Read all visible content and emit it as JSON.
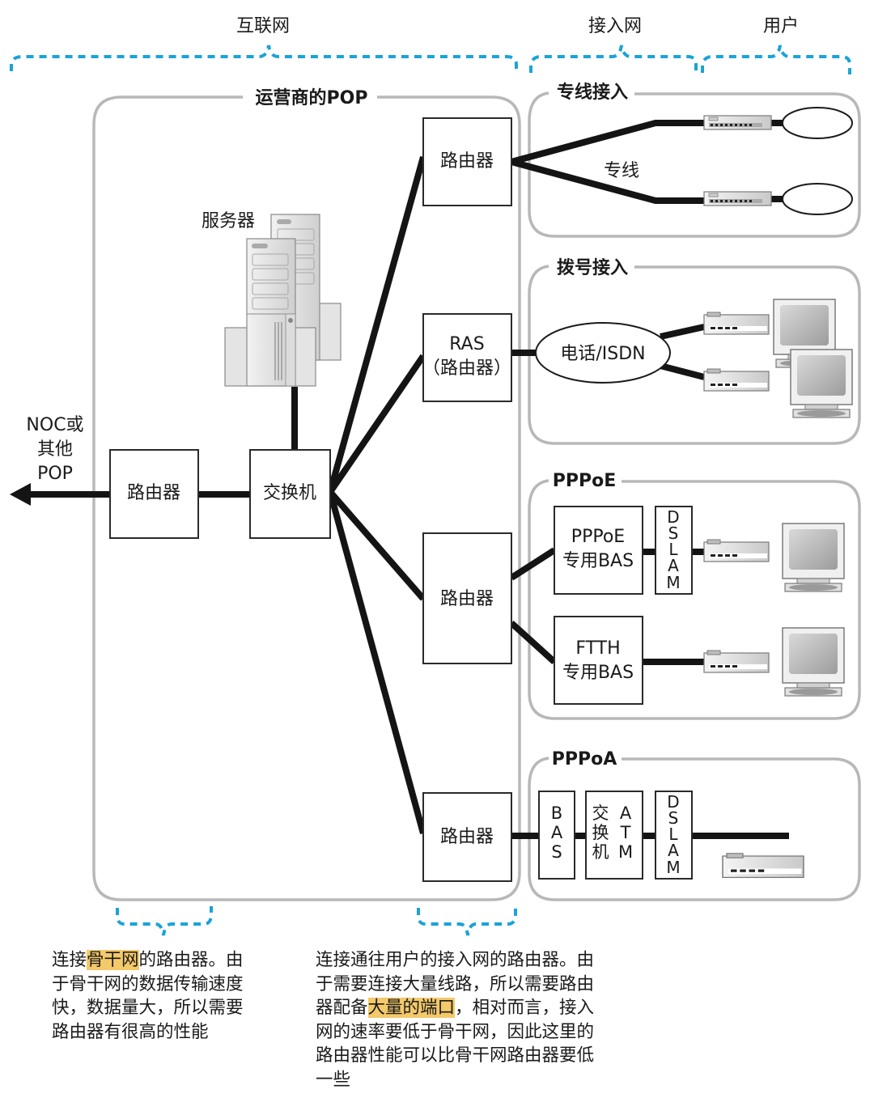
{
  "sections": {
    "internet": "互联网",
    "access_network": "接入网",
    "user": "用户"
  },
  "pop": {
    "title": "运营商的POP",
    "server_label": "服务器",
    "core_router": "路由器",
    "switch": "交换机",
    "router_leased": "路由器",
    "ras_line1": "RAS",
    "ras_line2": "（路由器）",
    "router_pppoe": "路由器",
    "router_pppoa": "路由器",
    "external_line1": "NOC或",
    "external_line2": "其他",
    "external_line3": "POP"
  },
  "groups": {
    "leased": {
      "title": "专线接入",
      "line_label": "专线"
    },
    "dialup": {
      "title": "拨号接入",
      "network_label": "电话/ISDN"
    },
    "pppoe": {
      "title": "PPPoE",
      "bas1_line1": "PPPoE",
      "bas1_line2": "专用BAS",
      "dslam": [
        "D",
        "S",
        "L",
        "A",
        "M"
      ],
      "bas2_line1": "FTTH",
      "bas2_line2": "专用BAS"
    },
    "pppoa": {
      "title": "PPPoA",
      "bas": [
        "B",
        "A",
        "S"
      ],
      "atm_cn": [
        "交",
        "换",
        "机"
      ],
      "atm_en": [
        "A",
        "T",
        "M"
      ],
      "dslam": [
        "D",
        "S",
        "L",
        "A",
        "M"
      ]
    }
  },
  "notes": {
    "left": {
      "pre": "连接",
      "highlight": "骨干网",
      "post": "的路由器。由\n于骨干网的数据传输速度\n快，数据量大，所以需要\n路由器有很高的性能"
    },
    "right": {
      "pre": "连接通往用户的接入网的路由器。由\n于需要连接大量线路，所以需要路由\n器配备",
      "highlight": "大量的端口",
      "post": "，相对而言，接入\n网的速率要低于骨干网，因此这里的\n路由器性能可以比骨干网路由器要低\n一些"
    }
  },
  "colors": {
    "bracket": "#1aa3d8",
    "highlight": "#f4c96a",
    "frame": "#b8b8b8",
    "wire": "#141414"
  }
}
